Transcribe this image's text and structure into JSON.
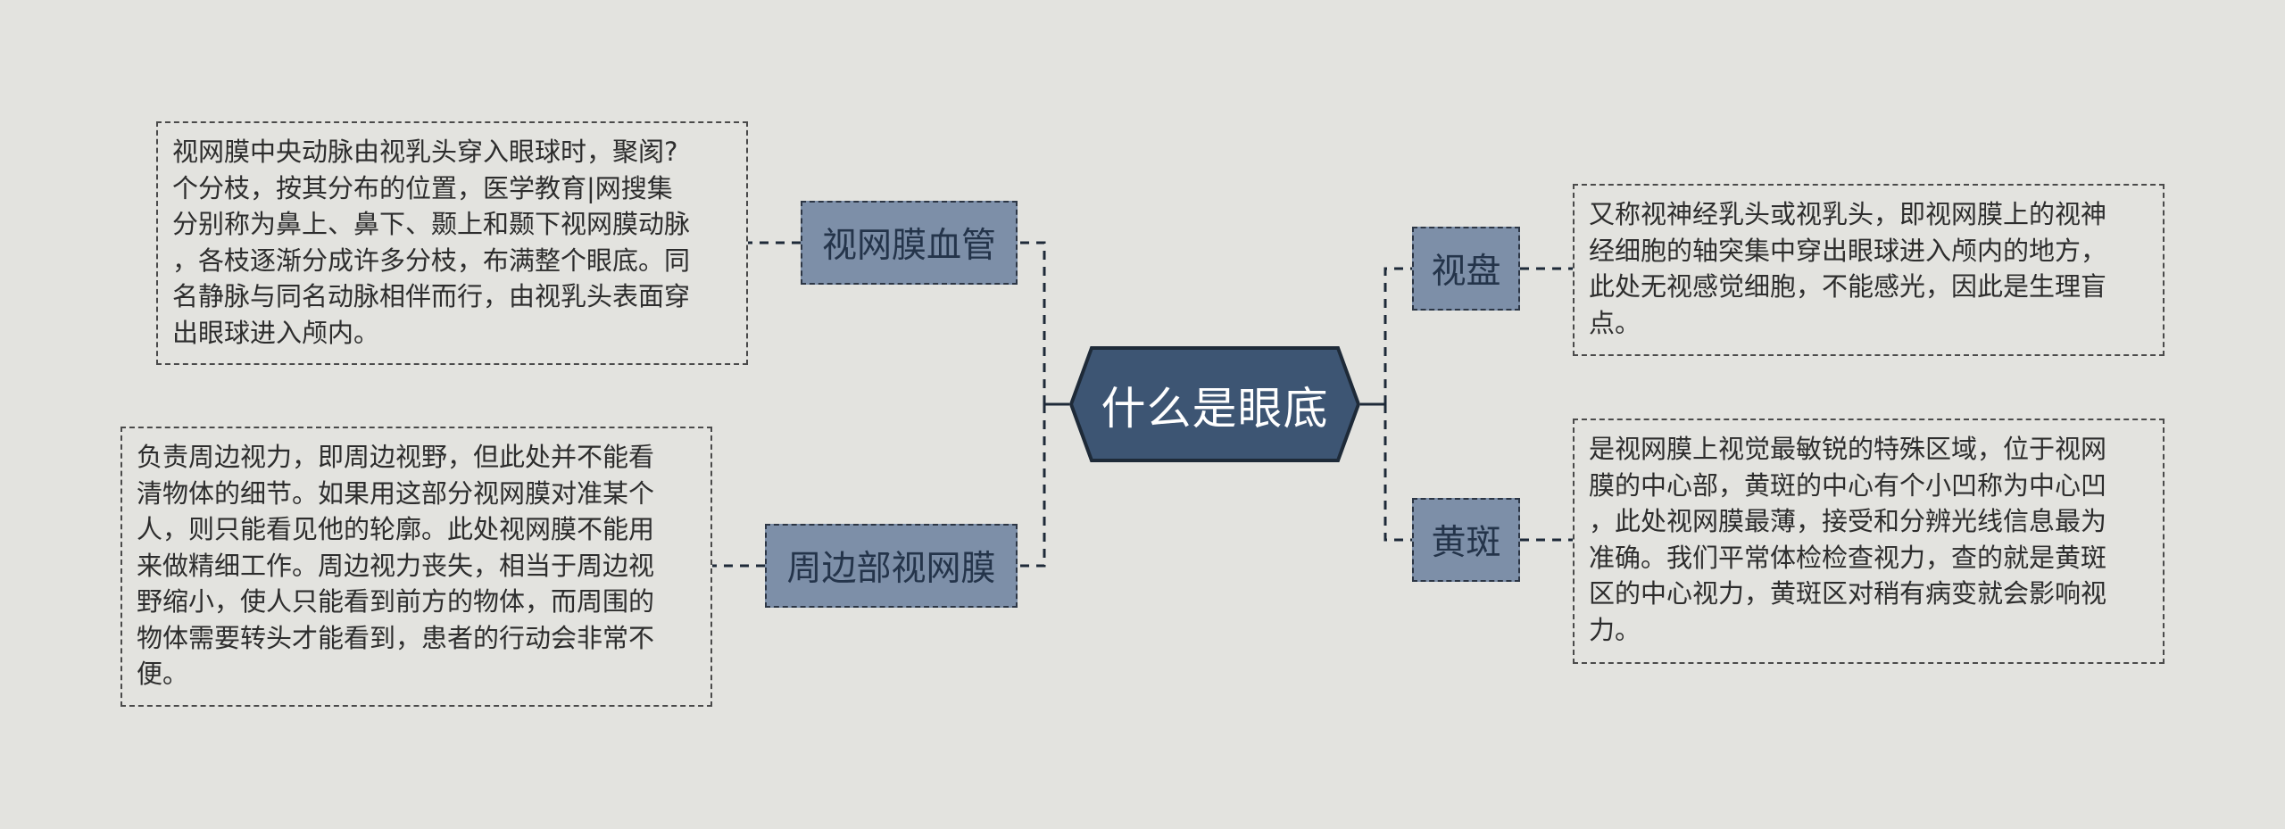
{
  "mindmap": {
    "root": {
      "label": "什么是眼底",
      "fill": "#3d5573",
      "stroke": "#1e2a38"
    },
    "branches": [
      {
        "label": "视网膜血管",
        "detail": "视网膜中央动脉由视乳头穿入眼球时，聚阂?\n个分枝，按其分布的位置，医学教育|网搜集\n分别称为鼻上、鼻下、颞上和颞下视网膜动脉\n，各枝逐渐分成许多分枝，布满整个眼底。同\n名静脉与同名动脉相伴而行，由视乳头表面穿\n出眼球进入颅内。"
      },
      {
        "label": "周边部视网膜",
        "detail": "负责周边视力，即周边视野，但此处并不能看\n清物体的细节。如果用这部分视网膜对准某个\n人，则只能看见他的轮廓。此处视网膜不能用\n来做精细工作。周边视力丧失，相当于周边视\n野缩小，使人只能看到前方的物体，而周围的\n物体需要转头才能看到，患者的行动会非常不\n便。"
      },
      {
        "label": "视盘",
        "detail": "又称视神经乳头或视乳头，即视网膜上的视神\n经细胞的轴突集中穿出眼球进入颅内的地方，\n此处无视感觉细胞，不能感光，因此是生理盲\n点。"
      },
      {
        "label": "黄斑",
        "detail": "是视网膜上视觉最敏锐的特殊区域，位于视网\n膜的中心部，黄斑的中心有个小凹称为中心凹\n，此处视网膜最薄，接受和分辨光线信息最为\n准确。我们平常体检检查视力，查的就是黄斑\n区的中心视力，黄斑区对稍有病变就会影响视\n力。"
      }
    ],
    "colors": {
      "background": "#e3e3df",
      "branch_fill": "#7d8fa8",
      "connector": "#1e2a38"
    }
  }
}
